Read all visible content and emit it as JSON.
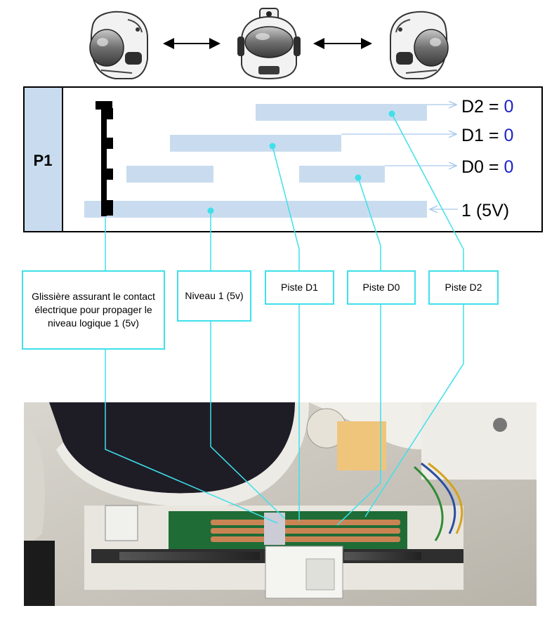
{
  "panel_label": "P1",
  "outputs": [
    {
      "name": "D2",
      "eq": " = ",
      "value": "0"
    },
    {
      "name": "D1",
      "eq": " = ",
      "value": "0"
    },
    {
      "name": "D0",
      "eq": " = ",
      "value": "0"
    }
  ],
  "supply_label": "1 (5V)",
  "callouts": [
    {
      "id": "glissiere",
      "text": "Glissière assurant le contact électrique pour propager le niveau logique 1 (5v)"
    },
    {
      "id": "niveau1",
      "text": "Niveau 1 (5v)"
    },
    {
      "id": "piste_d1",
      "text": "Piste D1"
    },
    {
      "id": "piste_d0",
      "text": "Piste D0"
    },
    {
      "id": "piste_d2",
      "text": "Piste D2"
    }
  ],
  "colors": {
    "track": "#c9dcef",
    "callout_line": "#3fe0ea",
    "value_blue": "#1a22c8",
    "panel_fill": "#c9dcef"
  },
  "icons": [
    "head-side-view-left",
    "double-arrow",
    "head-front-view",
    "double-arrow",
    "head-side-view-right"
  ]
}
